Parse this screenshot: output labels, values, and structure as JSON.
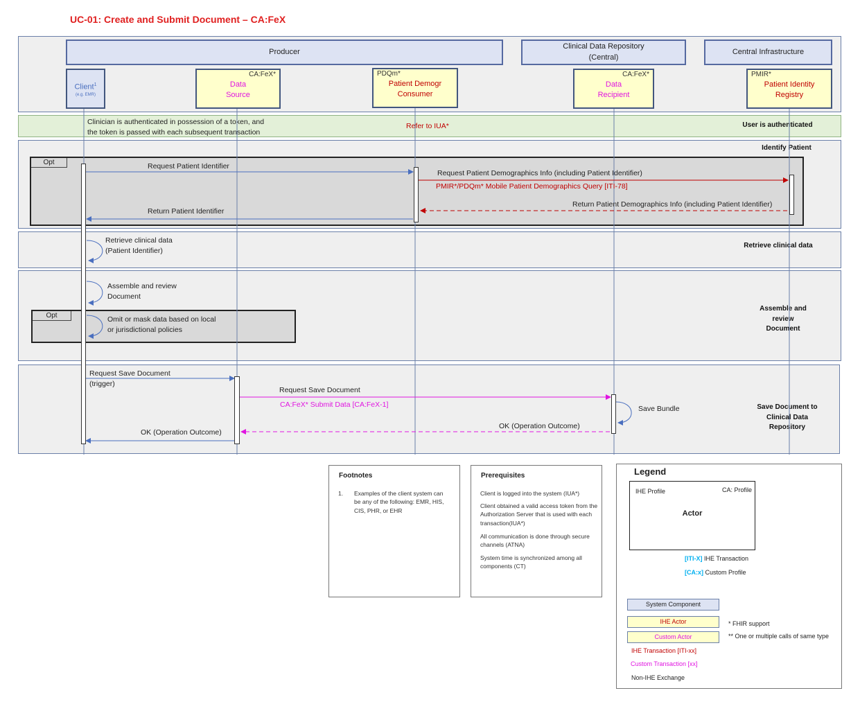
{
  "title": "UC-01: Create and Submit Document – CA:FeX",
  "systems": {
    "producer": "Producer",
    "cdr_line1": "Clinical Data Repository",
    "cdr_line2": "(Central)",
    "central": "Central Infrastructure"
  },
  "actors": {
    "client_name": "Client",
    "client_sup": "1",
    "client_sub": "(e.g. EMR)",
    "ds_profile": "CA:FeX*",
    "ds_line1": "Data",
    "ds_line2": "Source",
    "pdq_profile": "PDQm*",
    "pdq_line1": "Patient Demogr",
    "pdq_line2": "Consumer",
    "dr_profile": "CA:FeX*",
    "dr_line1": "Data",
    "dr_line2": "Recipient",
    "pmir_profile": "PMIR*",
    "pmir_line1": "Patient Identity",
    "pmir_line2": "Registry"
  },
  "auth": {
    "note_line1": "Clinician is authenticated in possession of a token, and",
    "note_line2": "the token is passed with each subsequent transaction",
    "refer": "Refer to IUA*",
    "section": "User is authenticated"
  },
  "sections": {
    "identify": "Identify Patient",
    "retrieve": "Retrieve clinical data",
    "assemble_1": "Assemble and",
    "assemble_2": "review",
    "assemble_3": "Document",
    "save_1": "Save Document to",
    "save_2": "Clinical Data",
    "save_3": "Repository"
  },
  "opt_label": "Opt",
  "messages": {
    "req_patient_id": "Request Patient Identifier",
    "req_demographics": "Request Patient Demographics Info (including Patient Identifier)",
    "pmir_query": "PMIR*/PDQm*  Mobile Patient Demographics Query [ITI-78]",
    "ret_demographics": "Return Patient Demographics Info (including Patient Identifier)",
    "ret_patient_id": "Return Patient Identifier",
    "retrieve_1": "Retrieve clinical data",
    "retrieve_2": "(Patient Identifier)",
    "assemble_1": "Assemble  and review",
    "assemble_2": "Document",
    "omit_1": "Omit or mask data based on local",
    "omit_2": "or jurisdictional policies",
    "req_save_1": "Request Save Document",
    "req_save_2": "(trigger)",
    "req_save_ds": "Request Save Document",
    "submit_data": "CA:FeX* Submit Data [CA:FeX-1]",
    "save_bundle": "Save Bundle",
    "ok_dr": "OK (Operation Outcome)",
    "ok_client": "OK (Operation Outcome)"
  },
  "footnotes": {
    "heading": "Footnotes",
    "num": "1.",
    "text": "Examples of the client system can be any of the following: EMR, HIS, CIS, PHR, or EHR"
  },
  "prerequisites": {
    "heading": "Prerequisites",
    "items": [
      "Client is logged into the system (IUA*)",
      "Client obtained a valid access token from the Authorization Server that is used with each transaction(IUA*)",
      "All communication is done through secure channels (ATNA)",
      "System time is synchronized among all components (CT)"
    ]
  },
  "legend": {
    "heading": "Legend",
    "ihe_profile": "IHE Profile",
    "ca_profile": "CA: Profile",
    "actor": "Actor",
    "iti_code": "[ITI-X]",
    "iti_text": " IHE Transaction",
    "ca_code": "[CA:x]",
    "ca_text": " Custom Profile",
    "system_component": "System Component",
    "ihe_actor": "IHE Actor",
    "custom_actor": "Custom Actor",
    "fhir_note": "*  FHIR support",
    "multi_note": "**  One or multiple calls of same type",
    "ihe_transaction": "IHE Transaction [ITI-xx]",
    "custom_transaction": "Custom Transaction [xx]",
    "non_ihe": "Non-IHE Exchange"
  },
  "colors": {
    "title": "#e02020",
    "ihe_transaction": "#c00000",
    "custom_transaction": "#e014e0",
    "non_ihe": "#4a6fbf",
    "actor_fill": "#ffffcc",
    "system_fill": "#dde3f3",
    "legend_cyan": "#00b0f0"
  }
}
